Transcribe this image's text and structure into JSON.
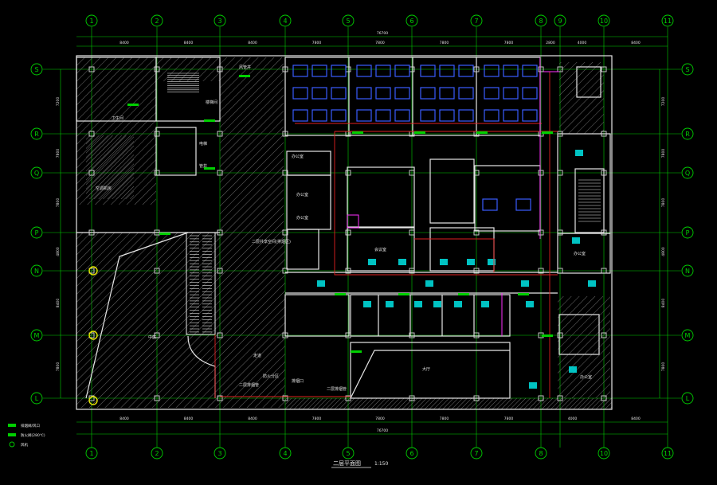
{
  "palette": {
    "background": "#000000",
    "axis_green": "#00d000",
    "wall_white": "#e6e6e6",
    "hatch_gray": "#7a7a7a",
    "fixture_blue": "#3a5cff",
    "equipment_cyan": "#00e5e5",
    "pipe_red": "#e02020",
    "accent_magenta": "#ff30ff",
    "marker_yellow": "#e8e800"
  },
  "top_axis_labels": [
    "1",
    "2",
    "3",
    "4",
    "5",
    "6",
    "7",
    "8",
    "9",
    "10",
    "11"
  ],
  "bottom_axis_labels": [
    "1",
    "2",
    "3",
    "4",
    "5",
    "6",
    "7",
    "8",
    "10",
    "11"
  ],
  "row_axis_labels": [
    "S",
    "R",
    "Q",
    "P",
    "N",
    "M",
    "L"
  ],
  "dimensions": {
    "top_total": "76700",
    "top_segments": [
      "8400",
      "8400",
      "8400",
      "7800",
      "7800",
      "7800",
      "7800",
      "2800",
      "4000",
      "8400"
    ],
    "bottom_total": "76700",
    "bottom_segments": [
      "8400",
      "8400",
      "8400",
      "7800",
      "7800",
      "7800",
      "7800",
      "4000",
      "8400"
    ],
    "left_segments": [
      "7200",
      "7800",
      "7800",
      "4800",
      "8400",
      "7800"
    ],
    "right_segments": [
      "7200",
      "7800",
      "7800",
      "4800",
      "8400",
      "7800"
    ]
  },
  "legend": [
    {
      "icon": "green-bar-icon",
      "text": "排烟阀/风口"
    },
    {
      "icon": "green-bar-icon",
      "text": "防火阀(280℃)"
    },
    {
      "icon": "circle-icon",
      "text": "风机"
    }
  ],
  "drawing_title": "二层平面图",
  "drawing_scale": "1:150",
  "room_labels": {
    "toilet": "卫生间",
    "stair": "楼梯间",
    "elevator": "电梯",
    "shaft": "管井",
    "mech": "空调机房",
    "atrium": "中庭",
    "corridor": "走道",
    "office": "办公室",
    "meeting": "会议室",
    "lobby": "大厅",
    "smoke_zone": "二层共享空间(排烟区)",
    "fire_zone": "防火分区",
    "annot1": "排烟口",
    "annot2": "二层排烟管",
    "annot3": "二层排烟管",
    "annot4": "风管井"
  }
}
